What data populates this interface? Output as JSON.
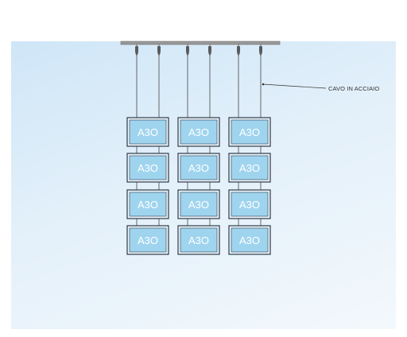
{
  "callout": {
    "label": "CAVO IN ACCIAIO"
  },
  "panels": {
    "columns": 3,
    "rows": 4,
    "label": "A3O"
  },
  "colors": {
    "rail": "#9a9a9a",
    "cable": "#444444",
    "frame": "#2b3a4a",
    "panel_fill": "#9fd4ef",
    "backdrop_top": "#cfe6f7",
    "backdrop_bottom": "#f3f8fc"
  }
}
